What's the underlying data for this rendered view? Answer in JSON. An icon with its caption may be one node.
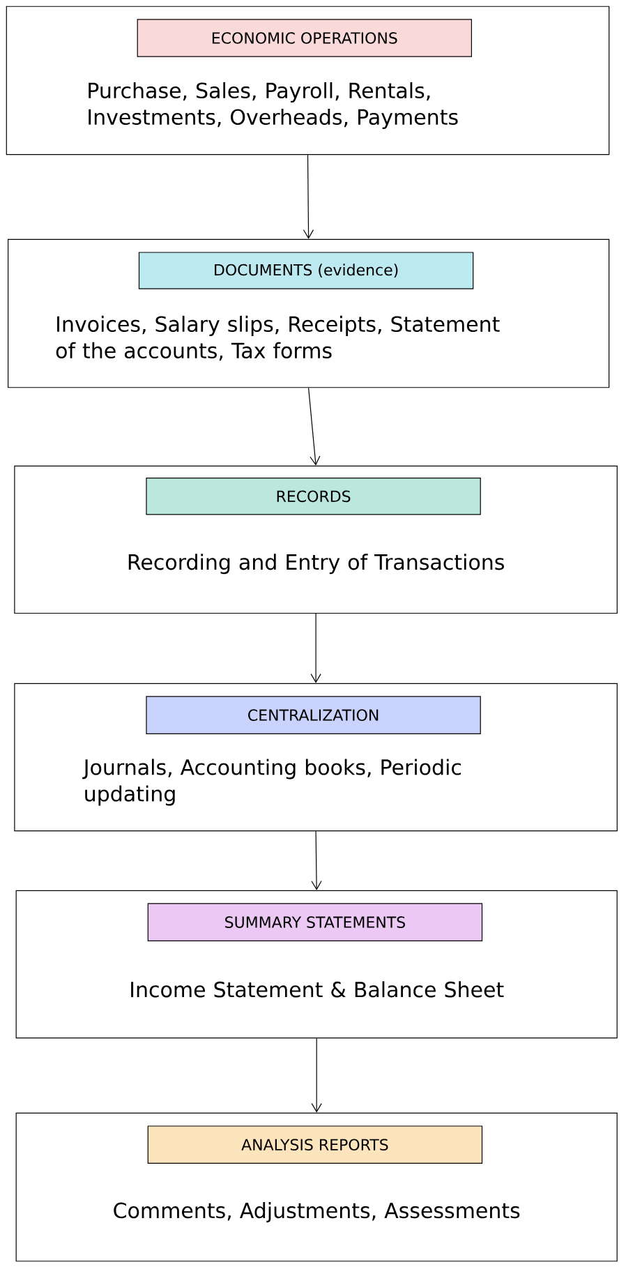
{
  "diagram": {
    "nodes": [
      {
        "text": [
          "Purchase, Sales, Payroll, Rentals, Investments, Overheads, Payments"
        ]
      },
      {
        "text": [
          "ECONOMIC OPERATIONS"
        ],
        "in": 0
      },
      {
        "text": [
          "Invoices, Salary slips, Receipts, Statement of the accounts, Tax forms"
        ]
      },
      {
        "text": [
          "DOCUMENTS (evidence)"
        ],
        "in": 2
      },
      {
        "text": [
          "Recording and Entry of Transactions"
        ]
      },
      {
        "text": [
          "RECORDS"
        ],
        "in": 4
      },
      {
        "text": [
          "Journals, Accounting books, Periodic updating"
        ]
      },
      {
        "text": [
          "CENTRALIZATION"
        ],
        "in": 6
      },
      {
        "text": [
          "Income Statement & Balance Sheet"
        ]
      },
      {
        "text": [
          "SUMMARY STATEMENTS"
        ],
        "in": 8
      },
      {
        "text": [
          "Comments, Adjustments, Assessments"
        ]
      },
      {
        "text": [
          "ANALYSIS REPORTS"
        ],
        "in": 10
      }
    ],
    "edges": [
      {
        "from": 0,
        "to": 2,
        "arrow": "to"
      },
      {
        "from": 2,
        "to": 4,
        "arrow": "to"
      },
      {
        "from": 4,
        "to": 6,
        "arrow": "to"
      },
      {
        "from": 6,
        "to": 8,
        "arrow": "to"
      },
      {
        "from": 8,
        "to": 10,
        "arrow": "to"
      }
    ]
  }
}
